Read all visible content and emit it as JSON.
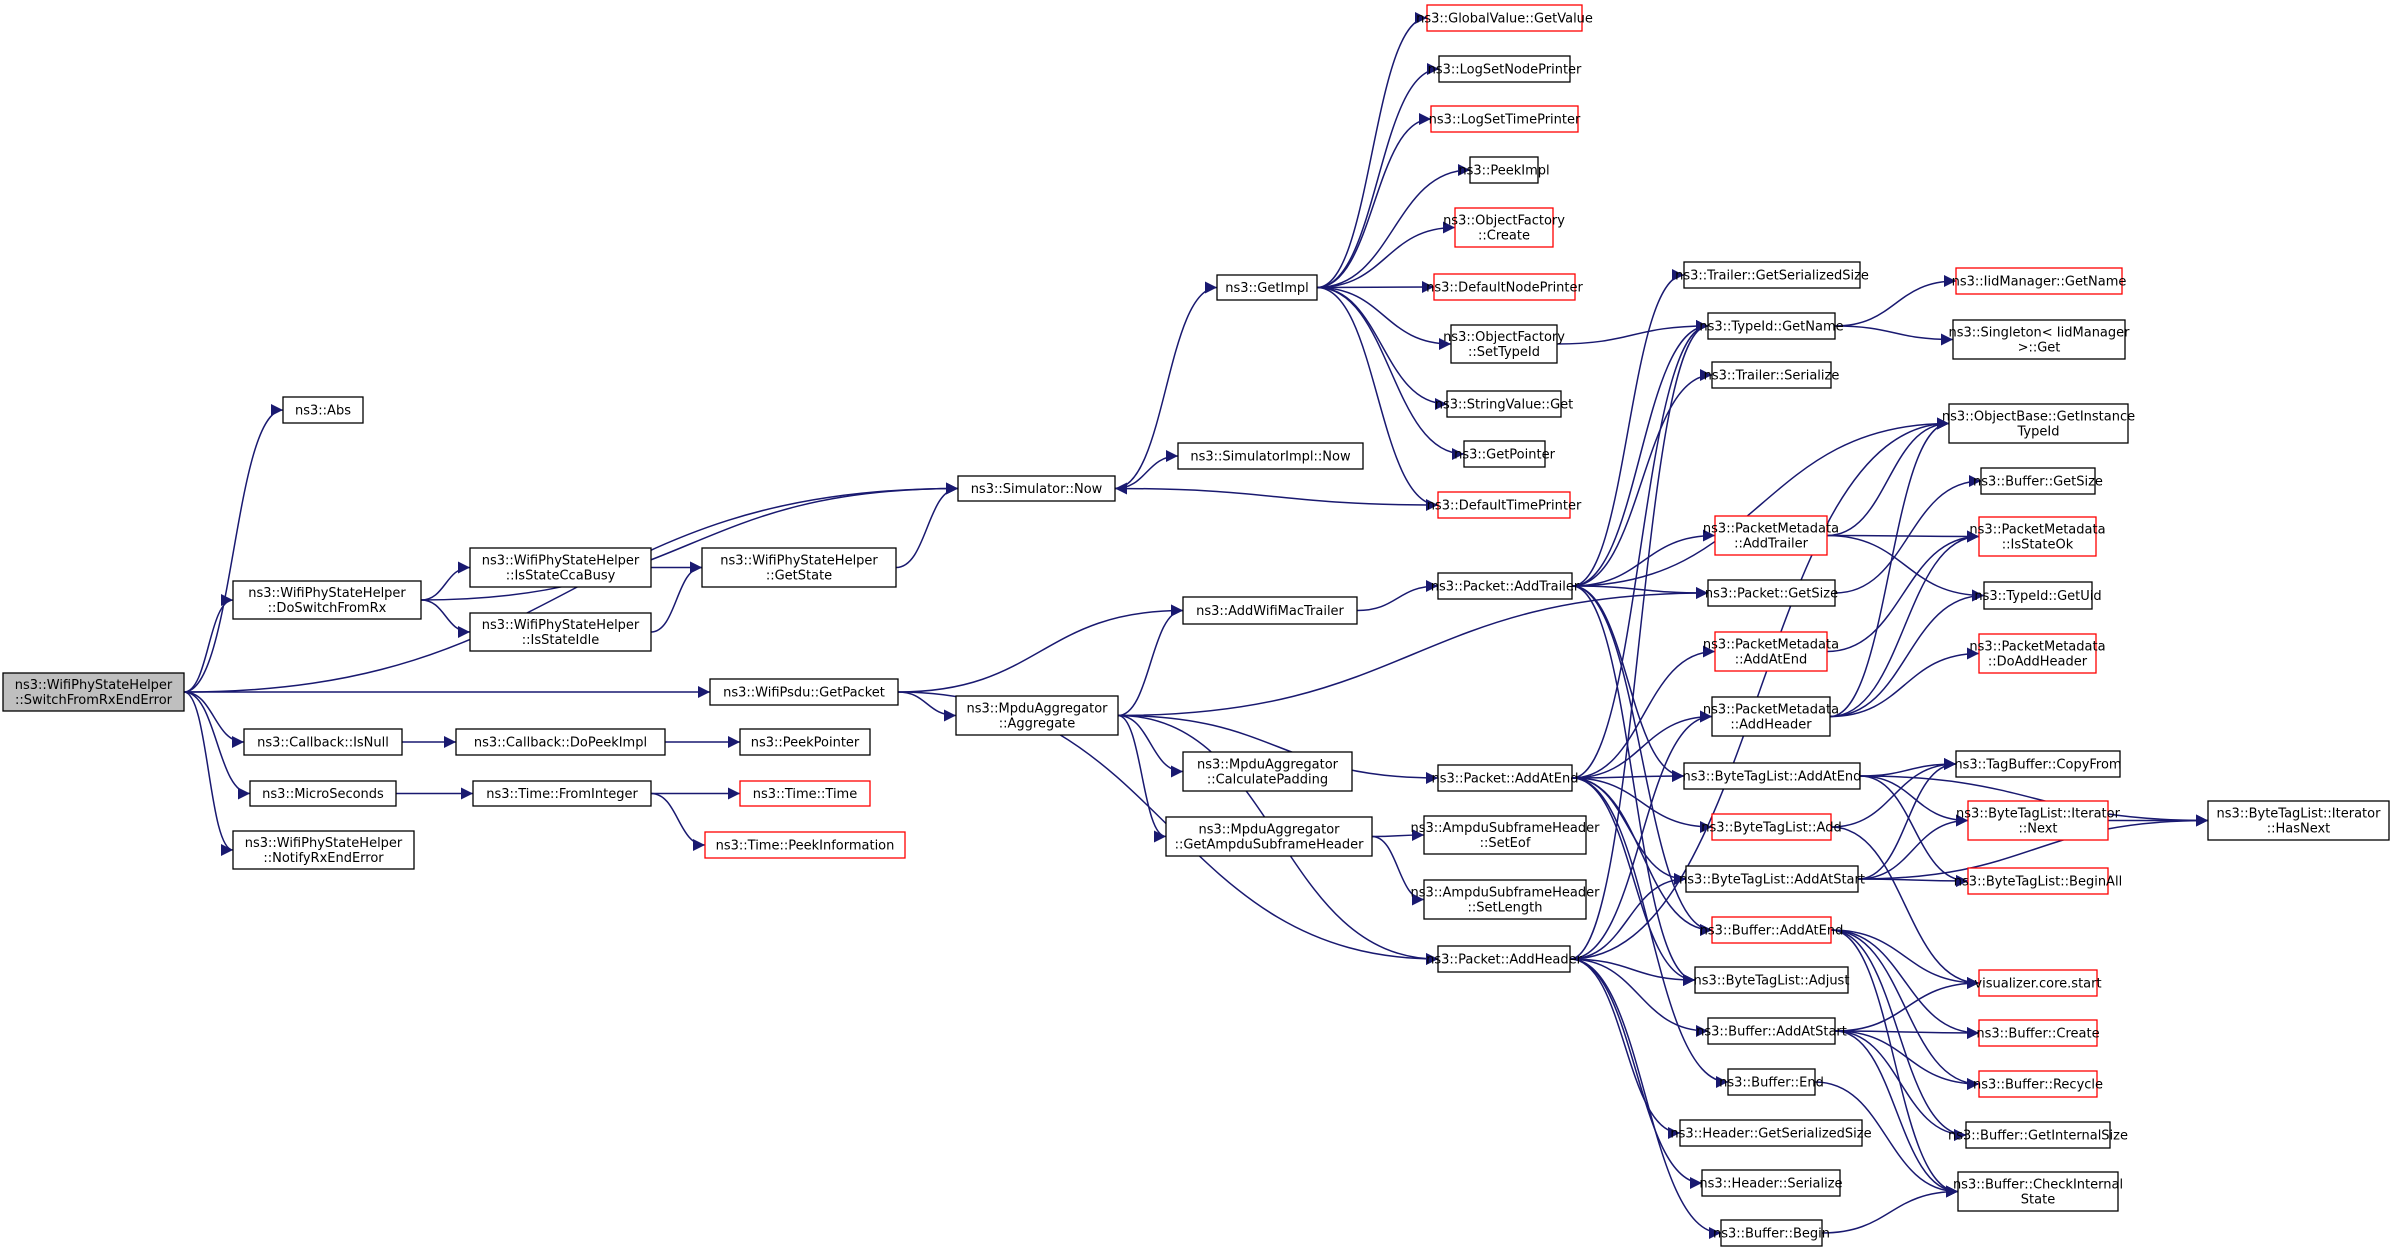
{
  "graph": {
    "colors": {
      "edge": "#191970",
      "node_border": "#000000",
      "incomplete_border": "#ff0000",
      "root_fill": "#bfbfbf",
      "node_fill": "#ffffff"
    },
    "nodes": [
      {
        "id": "root",
        "lines": [
          "ns3::WifiPhyStateHelper",
          "::SwitchFromRxEndError"
        ],
        "kind": "root"
      },
      {
        "id": "abs",
        "lines": [
          "ns3::Abs"
        ],
        "kind": "normal"
      },
      {
        "id": "simnow",
        "lines": [
          "ns3::Simulator::Now"
        ],
        "kind": "normal"
      },
      {
        "id": "doswitch",
        "lines": [
          "ns3::WifiPhyStateHelper",
          "::DoSwitchFromRx"
        ],
        "kind": "normal"
      },
      {
        "id": "getpacket",
        "lines": [
          "ns3::WifiPsdu::GetPacket"
        ],
        "kind": "normal"
      },
      {
        "id": "isnull",
        "lines": [
          "ns3::Callback::IsNull"
        ],
        "kind": "normal"
      },
      {
        "id": "micro",
        "lines": [
          "ns3::MicroSeconds"
        ],
        "kind": "normal"
      },
      {
        "id": "notify",
        "lines": [
          "ns3::WifiPhyStateHelper",
          "::NotifyRxEndError"
        ],
        "kind": "normal"
      },
      {
        "id": "ccabusy",
        "lines": [
          "ns3::WifiPhyStateHelper",
          "::IsStateCcaBusy"
        ],
        "kind": "normal"
      },
      {
        "id": "isidle",
        "lines": [
          "ns3::WifiPhyStateHelper",
          "::IsStateIdle"
        ],
        "kind": "normal"
      },
      {
        "id": "getstate",
        "lines": [
          "ns3::WifiPhyStateHelper",
          "::GetState"
        ],
        "kind": "normal"
      },
      {
        "id": "dopeek",
        "lines": [
          "ns3::Callback::DoPeekImpl"
        ],
        "kind": "normal"
      },
      {
        "id": "peekptr",
        "lines": [
          "ns3::PeekPointer"
        ],
        "kind": "normal"
      },
      {
        "id": "fromint",
        "lines": [
          "ns3::Time::FromInteger"
        ],
        "kind": "normal"
      },
      {
        "id": "time",
        "lines": [
          "ns3::Time::Time"
        ],
        "kind": "incomplete"
      },
      {
        "id": "peekinfo",
        "lines": [
          "ns3::Time::PeekInformation"
        ],
        "kind": "incomplete"
      },
      {
        "id": "getimpl",
        "lines": [
          "ns3::GetImpl"
        ],
        "kind": "normal"
      },
      {
        "id": "simimplnow",
        "lines": [
          "ns3::SimulatorImpl::Now"
        ],
        "kind": "normal"
      },
      {
        "id": "addmac",
        "lines": [
          "ns3::AddWifiMacTrailer"
        ],
        "kind": "normal"
      },
      {
        "id": "aggregate",
        "lines": [
          "ns3::MpduAggregator",
          "::Aggregate"
        ],
        "kind": "normal"
      },
      {
        "id": "calcpad",
        "lines": [
          "ns3::MpduAggregator",
          "::CalculatePadding"
        ],
        "kind": "normal"
      },
      {
        "id": "getampdu",
        "lines": [
          "ns3::MpduAggregator",
          "::GetAmpduSubframeHeader"
        ],
        "kind": "normal"
      },
      {
        "id": "gvgetvalue",
        "lines": [
          "ns3::GlobalValue::GetValue"
        ],
        "kind": "incomplete"
      },
      {
        "id": "lognode",
        "lines": [
          "ns3::LogSetNodePrinter"
        ],
        "kind": "normal"
      },
      {
        "id": "logtime",
        "lines": [
          "ns3::LogSetTimePrinter"
        ],
        "kind": "incomplete"
      },
      {
        "id": "peekimpl",
        "lines": [
          "ns3::PeekImpl"
        ],
        "kind": "normal"
      },
      {
        "id": "ofcreate",
        "lines": [
          "ns3::ObjectFactory",
          "::Create"
        ],
        "kind": "incomplete"
      },
      {
        "id": "defnode",
        "lines": [
          "ns3::DefaultNodePrinter"
        ],
        "kind": "incomplete"
      },
      {
        "id": "ofsettype",
        "lines": [
          "ns3::ObjectFactory",
          "::SetTypeId"
        ],
        "kind": "normal"
      },
      {
        "id": "strget",
        "lines": [
          "ns3::StringValue::Get"
        ],
        "kind": "normal"
      },
      {
        "id": "getptr",
        "lines": [
          "ns3::GetPointer"
        ],
        "kind": "normal"
      },
      {
        "id": "deftime",
        "lines": [
          "ns3::DefaultTimePrinter"
        ],
        "kind": "incomplete"
      },
      {
        "id": "addtrailer",
        "lines": [
          "ns3::Packet::AddTrailer"
        ],
        "kind": "normal"
      },
      {
        "id": "addatend",
        "lines": [
          "ns3::Packet::AddAtEnd"
        ],
        "kind": "normal"
      },
      {
        "id": "ampdueof",
        "lines": [
          "ns3::AmpduSubframeHeader",
          "::SetEof"
        ],
        "kind": "normal"
      },
      {
        "id": "ampdulen",
        "lines": [
          "ns3::AmpduSubframeHeader",
          "::SetLength"
        ],
        "kind": "normal"
      },
      {
        "id": "addheader",
        "lines": [
          "ns3::Packet::AddHeader"
        ],
        "kind": "normal"
      },
      {
        "id": "trailersize",
        "lines": [
          "ns3::Trailer::GetSerializedSize"
        ],
        "kind": "normal"
      },
      {
        "id": "typename",
        "lines": [
          "ns3::TypeId::GetName"
        ],
        "kind": "normal"
      },
      {
        "id": "trailerser",
        "lines": [
          "ns3::Trailer::Serialize"
        ],
        "kind": "normal"
      },
      {
        "id": "pmaddtrailer",
        "lines": [
          "ns3::PacketMetadata",
          "::AddTrailer"
        ],
        "kind": "incomplete"
      },
      {
        "id": "pktgetsize",
        "lines": [
          "ns3::Packet::GetSize"
        ],
        "kind": "normal"
      },
      {
        "id": "pmaddatend",
        "lines": [
          "ns3::PacketMetadata",
          "::AddAtEnd"
        ],
        "kind": "incomplete"
      },
      {
        "id": "pmaddheader",
        "lines": [
          "ns3::PacketMetadata",
          "::AddHeader"
        ],
        "kind": "normal"
      },
      {
        "id": "btladdatend",
        "lines": [
          "ns3::ByteTagList::AddAtEnd"
        ],
        "kind": "normal"
      },
      {
        "id": "btladd",
        "lines": [
          "ns3::ByteTagList::Add"
        ],
        "kind": "incomplete"
      },
      {
        "id": "btladdatstart",
        "lines": [
          "ns3::ByteTagList::AddAtStart"
        ],
        "kind": "normal"
      },
      {
        "id": "bufaddatend",
        "lines": [
          "ns3::Buffer::AddAtEnd"
        ],
        "kind": "incomplete"
      },
      {
        "id": "btladjust",
        "lines": [
          "ns3::ByteTagList::Adjust"
        ],
        "kind": "normal"
      },
      {
        "id": "bufaddatstart",
        "lines": [
          "ns3::Buffer::AddAtStart"
        ],
        "kind": "normal"
      },
      {
        "id": "bufend",
        "lines": [
          "ns3::Buffer::End"
        ],
        "kind": "normal"
      },
      {
        "id": "hdrsize",
        "lines": [
          "ns3::Header::GetSerializedSize"
        ],
        "kind": "normal"
      },
      {
        "id": "hdrser",
        "lines": [
          "ns3::Header::Serialize"
        ],
        "kind": "normal"
      },
      {
        "id": "bufbegin",
        "lines": [
          "ns3::Buffer::Begin"
        ],
        "kind": "normal"
      },
      {
        "id": "iidname",
        "lines": [
          "ns3::IidManager::GetName"
        ],
        "kind": "incomplete"
      },
      {
        "id": "singleton",
        "lines": [
          "ns3::Singleton< IidManager",
          ">::Get"
        ],
        "kind": "normal"
      },
      {
        "id": "objgettid",
        "lines": [
          "ns3::ObjectBase::GetInstance",
          "TypeId"
        ],
        "kind": "normal"
      },
      {
        "id": "bufgetsize",
        "lines": [
          "ns3::Buffer::GetSize"
        ],
        "kind": "normal"
      },
      {
        "id": "pmisstateok",
        "lines": [
          "ns3::PacketMetadata",
          "::IsStateOk"
        ],
        "kind": "incomplete"
      },
      {
        "id": "typeuid",
        "lines": [
          "ns3::TypeId::GetUid"
        ],
        "kind": "normal"
      },
      {
        "id": "pmdoaddheader",
        "lines": [
          "ns3::PacketMetadata",
          "::DoAddHeader"
        ],
        "kind": "incomplete"
      },
      {
        "id": "tagcopyfrom",
        "lines": [
          "ns3::TagBuffer::CopyFrom"
        ],
        "kind": "normal"
      },
      {
        "id": "btlnext",
        "lines": [
          "ns3::ByteTagList::Iterator",
          "::Next"
        ],
        "kind": "incomplete"
      },
      {
        "id": "btlbeginall",
        "lines": [
          "ns3::ByteTagList::BeginAll"
        ],
        "kind": "incomplete"
      },
      {
        "id": "vizstart",
        "lines": [
          "visualizer.core.start"
        ],
        "kind": "incomplete"
      },
      {
        "id": "bufcreate",
        "lines": [
          "ns3::Buffer::Create"
        ],
        "kind": "incomplete"
      },
      {
        "id": "bufrecycle",
        "lines": [
          "ns3::Buffer::Recycle"
        ],
        "kind": "incomplete"
      },
      {
        "id": "bufinternal",
        "lines": [
          "ns3::Buffer::GetInternalSize"
        ],
        "kind": "normal"
      },
      {
        "id": "bufcheck",
        "lines": [
          "ns3::Buffer::CheckInternal",
          "State"
        ],
        "kind": "normal"
      },
      {
        "id": "btlhasnext",
        "lines": [
          "ns3::ByteTagList::Iterator",
          "::HasNext"
        ],
        "kind": "normal"
      }
    ],
    "edges": [
      [
        "root",
        "abs"
      ],
      [
        "root",
        "simnow"
      ],
      [
        "root",
        "doswitch"
      ],
      [
        "root",
        "getpacket"
      ],
      [
        "root",
        "isnull"
      ],
      [
        "root",
        "micro"
      ],
      [
        "root",
        "notify"
      ],
      [
        "doswitch",
        "simnow"
      ],
      [
        "doswitch",
        "ccabusy"
      ],
      [
        "doswitch",
        "isidle"
      ],
      [
        "ccabusy",
        "getstate"
      ],
      [
        "isidle",
        "getstate"
      ],
      [
        "getstate",
        "simnow"
      ],
      [
        "simnow",
        "getimpl"
      ],
      [
        "simnow",
        "simimplnow"
      ],
      [
        "deftime",
        "simnow"
      ],
      [
        "isnull",
        "dopeek"
      ],
      [
        "dopeek",
        "peekptr"
      ],
      [
        "micro",
        "fromint"
      ],
      [
        "fromint",
        "time"
      ],
      [
        "fromint",
        "peekinfo"
      ],
      [
        "getpacket",
        "addmac"
      ],
      [
        "getpacket",
        "aggregate"
      ],
      [
        "getpacket",
        "addheader"
      ],
      [
        "aggregate",
        "addmac"
      ],
      [
        "aggregate",
        "calcpad"
      ],
      [
        "aggregate",
        "getampdu"
      ],
      [
        "aggregate",
        "addatend"
      ],
      [
        "aggregate",
        "addheader"
      ],
      [
        "aggregate",
        "pktgetsize"
      ],
      [
        "getampdu",
        "ampdueof"
      ],
      [
        "getampdu",
        "ampdulen"
      ],
      [
        "addmac",
        "addtrailer"
      ],
      [
        "getimpl",
        "gvgetvalue"
      ],
      [
        "getimpl",
        "lognode"
      ],
      [
        "getimpl",
        "logtime"
      ],
      [
        "getimpl",
        "peekimpl"
      ],
      [
        "getimpl",
        "ofcreate"
      ],
      [
        "getimpl",
        "defnode"
      ],
      [
        "getimpl",
        "ofsettype"
      ],
      [
        "getimpl",
        "strget"
      ],
      [
        "getimpl",
        "getptr"
      ],
      [
        "getimpl",
        "deftime"
      ],
      [
        "ofsettype",
        "typename"
      ],
      [
        "addtrailer",
        "trailersize"
      ],
      [
        "addtrailer",
        "typename"
      ],
      [
        "addtrailer",
        "trailerser"
      ],
      [
        "addtrailer",
        "objgettid"
      ],
      [
        "addtrailer",
        "pmaddtrailer"
      ],
      [
        "addtrailer",
        "pktgetsize"
      ],
      [
        "addtrailer",
        "btladdatend"
      ],
      [
        "addtrailer",
        "bufaddatend"
      ],
      [
        "addtrailer",
        "btladjust"
      ],
      [
        "addatend",
        "pmaddatend"
      ],
      [
        "addatend",
        "pmaddheader"
      ],
      [
        "addatend",
        "btladdatend"
      ],
      [
        "addatend",
        "btladd"
      ],
      [
        "addatend",
        "btladdatstart"
      ],
      [
        "addatend",
        "bufaddatend"
      ],
      [
        "addatend",
        "btladjust"
      ],
      [
        "addatend",
        "bufend"
      ],
      [
        "addatend",
        "typename"
      ],
      [
        "addheader",
        "hdrsize"
      ],
      [
        "addheader",
        "hdrser"
      ],
      [
        "addheader",
        "bufbegin"
      ],
      [
        "addheader",
        "bufaddatstart"
      ],
      [
        "addheader",
        "btladjust"
      ],
      [
        "addheader",
        "btladdatstart"
      ],
      [
        "addheader",
        "pmaddheader"
      ],
      [
        "addheader",
        "objgettid"
      ],
      [
        "addheader",
        "typename"
      ],
      [
        "typename",
        "iidname"
      ],
      [
        "typename",
        "singleton"
      ],
      [
        "pmaddtrailer",
        "pmisstateok"
      ],
      [
        "pmaddtrailer",
        "typeuid"
      ],
      [
        "pmaddtrailer",
        "objgettid"
      ],
      [
        "pmaddatend",
        "pmisstateok"
      ],
      [
        "pktgetsize",
        "bufgetsize"
      ],
      [
        "pmaddheader",
        "objgettid"
      ],
      [
        "pmaddheader",
        "pmisstateok"
      ],
      [
        "pmaddheader",
        "typeuid"
      ],
      [
        "pmaddheader",
        "pmdoaddheader"
      ],
      [
        "btladdatend",
        "tagcopyfrom"
      ],
      [
        "btladdatend",
        "btlnext"
      ],
      [
        "btladdatend",
        "btlbeginall"
      ],
      [
        "btladdatend",
        "btlhasnext"
      ],
      [
        "btladd",
        "vizstart"
      ],
      [
        "btladd",
        "tagcopyfrom"
      ],
      [
        "btladdatstart",
        "tagcopyfrom"
      ],
      [
        "btladdatstart",
        "btlnext"
      ],
      [
        "btladdatstart",
        "btlbeginall"
      ],
      [
        "btladdatstart",
        "btlhasnext"
      ],
      [
        "btlnext",
        "btlhasnext"
      ],
      [
        "bufaddatend",
        "vizstart"
      ],
      [
        "bufaddatend",
        "bufcreate"
      ],
      [
        "bufaddatend",
        "bufrecycle"
      ],
      [
        "bufaddatend",
        "bufinternal"
      ],
      [
        "bufaddatend",
        "bufcheck"
      ],
      [
        "bufaddatstart",
        "vizstart"
      ],
      [
        "bufaddatstart",
        "bufcreate"
      ],
      [
        "bufaddatstart",
        "bufrecycle"
      ],
      [
        "bufaddatstart",
        "bufinternal"
      ],
      [
        "bufaddatstart",
        "bufcheck"
      ],
      [
        "bufend",
        "bufcheck"
      ],
      [
        "bufbegin",
        "bufcheck"
      ]
    ]
  }
}
